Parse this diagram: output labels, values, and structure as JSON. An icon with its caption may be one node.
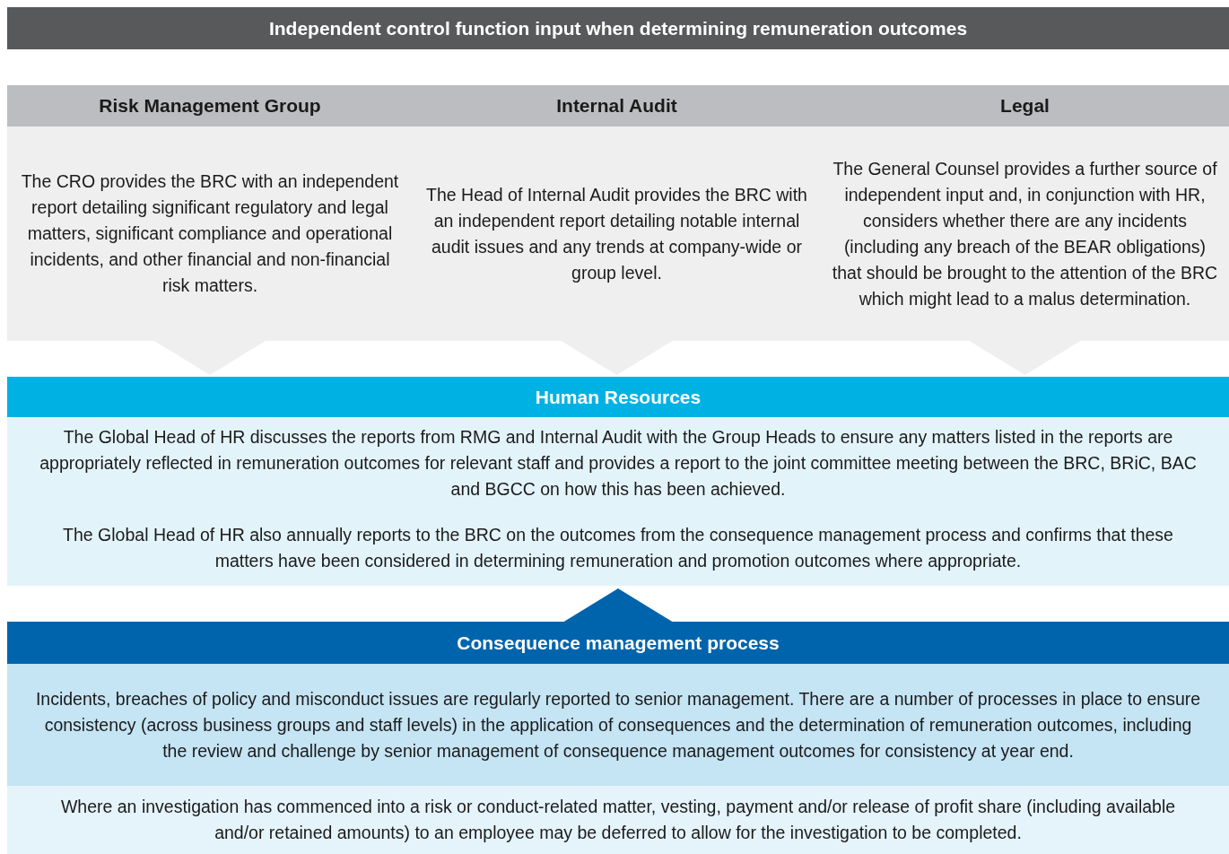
{
  "diagram": {
    "title": "Independent control function input when determining remuneration outcomes",
    "nodes": [
      {
        "text": [
          "Risk Management Group",
          "The CRO provides the BRC with an independent report detailing significant regulatory and legal matters, significant compliance and operational incidents, and other financial and non-financial risk matters."
        ]
      },
      {
        "text": [
          "Internal Audit",
          "The Head of Internal Audit provides the BRC with an independent report detailing notable internal audit issues and any trends at company-wide or group level."
        ]
      },
      {
        "text": [
          "Legal",
          "The General Counsel provides a further source of independent input and, in conjunction with HR, considers whether there are any incidents (including any breach of the BEAR obligations) that should be brought to the attention of the BRC which might lead to a malus determination."
        ]
      },
      {
        "text": [
          "Human Resources",
          "The Global Head of HR discusses the reports from RMG and Internal Audit with the Group Heads to ensure any matters listed in the reports are appropriately reflected in remuneration outcomes for relevant staff and provides a report to the joint committee meeting between the BRC, BRiC, BAC and BGCC on how this has been achieved.",
          "The Global Head of HR also annually reports to the BRC on the outcomes from the consequence management process and confirms that these matters have been considered in determining remuneration and promotion outcomes where appropriate."
        ]
      },
      {
        "text": [
          "Consequence management process",
          "Incidents, breaches of policy and misconduct issues are regularly reported to senior management. There are a number of processes in place to ensure consistency (across business groups and staff levels) in the application of consequences and the determination of remuneration outcomes, including the review and challenge by senior management of consequence management outcomes for consistency at year end.",
          "Where an investigation has commenced into a risk or conduct-related matter, vesting, payment and/or release of profit share (including available and/or retained amounts) to an employee may be deferred to allow for the investigation to be completed."
        ]
      }
    ],
    "edges": [
      {
        "from": 0,
        "to": 3,
        "arrow": "to"
      },
      {
        "from": 1,
        "to": 3,
        "arrow": "to"
      },
      {
        "from": 2,
        "to": 3,
        "arrow": "to"
      },
      {
        "from": 4,
        "to": 3,
        "arrow": "to",
        "color": "#0064ad"
      }
    ]
  }
}
